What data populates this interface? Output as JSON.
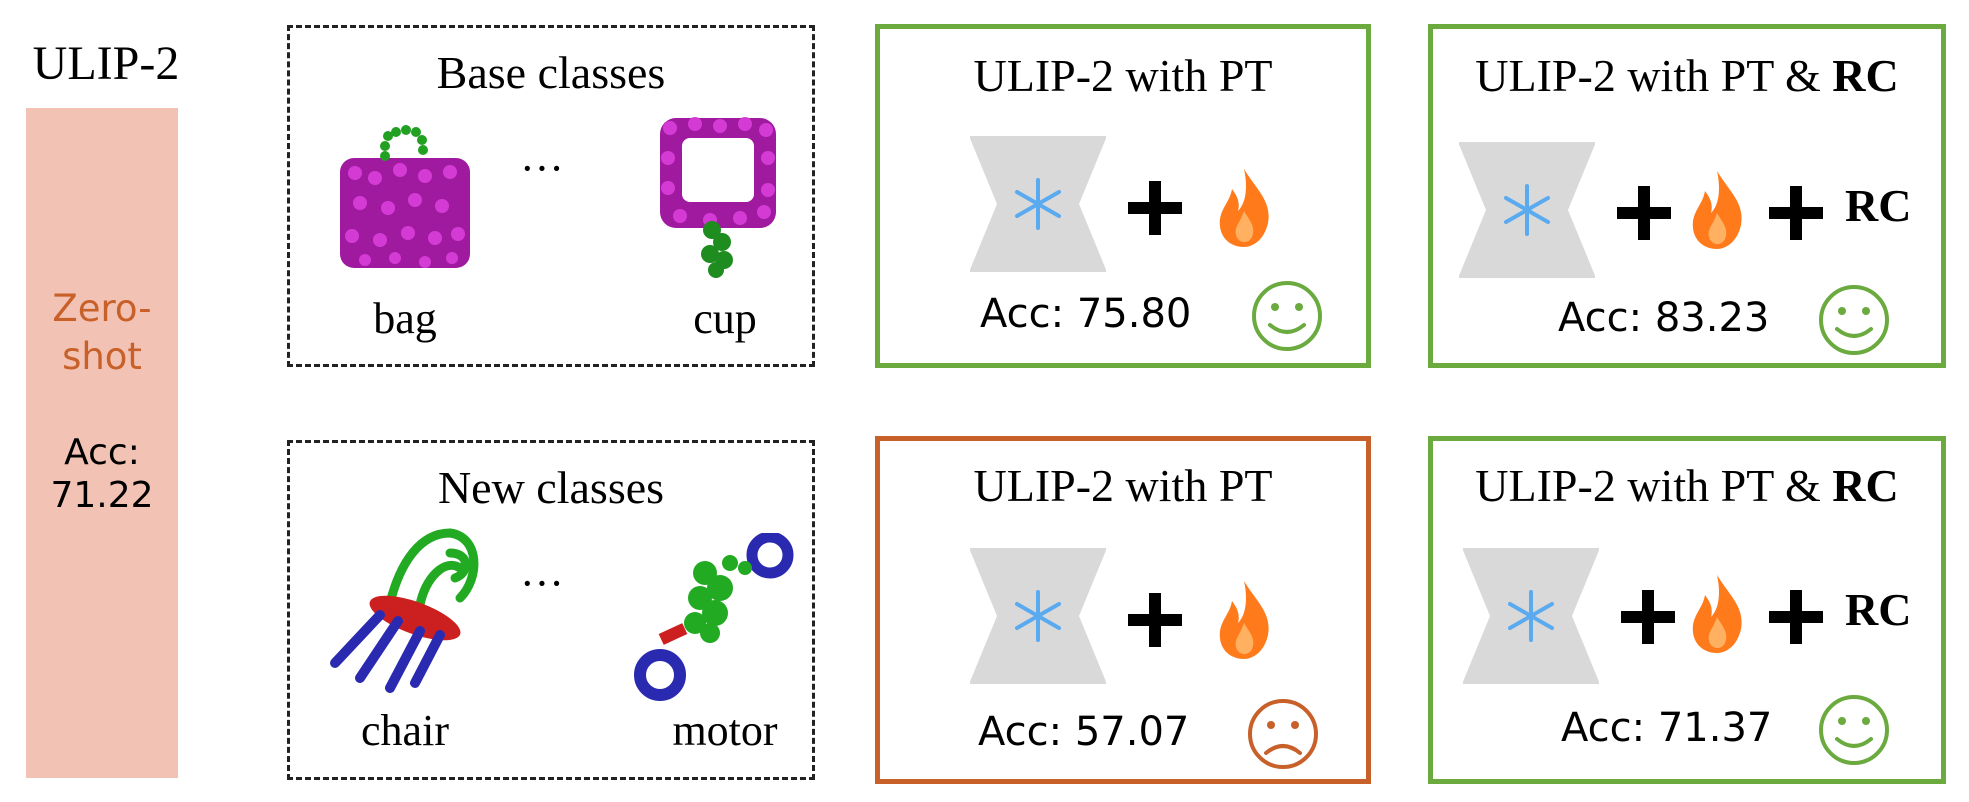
{
  "left_column": {
    "title": "ULIP-2",
    "zero_shot_line1": "Zero-",
    "zero_shot_line2": "shot",
    "acc_label": "Acc:",
    "acc_value": "71.22",
    "bar_color": "#f2c3b4",
    "text_color": "#c8602a"
  },
  "base_box": {
    "title": "Base classes",
    "objects": [
      "bag",
      "cup"
    ],
    "ellipsis": "···"
  },
  "new_box": {
    "title": "New classes",
    "objects": [
      "chair",
      "motor"
    ],
    "ellipsis": "···"
  },
  "results": [
    {
      "title_main": "ULIP-2 with PT",
      "title_bold": "",
      "acc": "Acc: 75.80",
      "face": "smile-icon",
      "border_color": "#6aaa3f",
      "rc": ""
    },
    {
      "title_main": "ULIP-2 with PT & ",
      "title_bold": "RC",
      "acc": "Acc: 83.23",
      "face": "smile-icon",
      "border_color": "#6aaa3f",
      "rc": "RC"
    },
    {
      "title_main": "ULIP-2 with PT",
      "title_bold": "",
      "acc": "Acc: 57.07",
      "face": "frown-icon",
      "border_color": "#c8602a",
      "rc": ""
    },
    {
      "title_main": "ULIP-2 with PT & ",
      "title_bold": "RC",
      "acc": "Acc: 71.37",
      "face": "smile-icon",
      "border_color": "#6aaa3f",
      "rc": "RC"
    }
  ],
  "colors": {
    "green": "#6aaa3f",
    "orange": "#c8602a",
    "encoder_gray": "#d9d9d9",
    "snowflake": "#5aaaf0",
    "flame": "#ff7a1a"
  }
}
